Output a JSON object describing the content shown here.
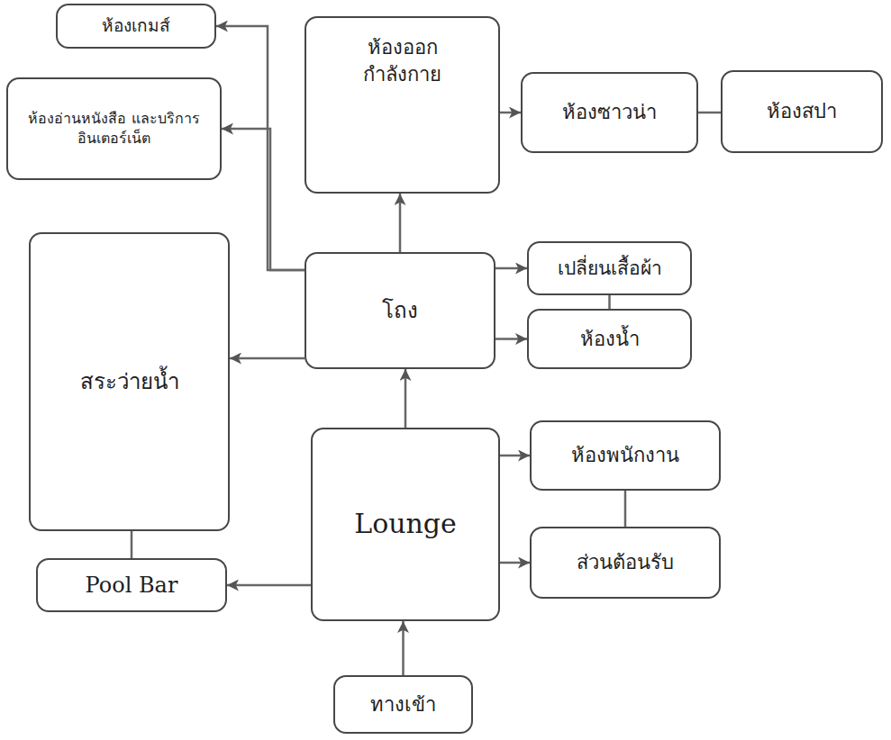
{
  "diagram": {
    "nodes": [
      {
        "text": [
          "ห้องเกมส์"
        ]
      },
      {
        "text": [
          "ห้องอ่านหนังสือ และบริการอินเตอร์เน็ต"
        ]
      },
      {
        "text": [
          "ห้องออก กำลังกาย"
        ]
      },
      {
        "text": [
          "ห้องซาวน่า"
        ]
      },
      {
        "text": [
          "ห้องสปา"
        ]
      },
      {
        "text": [
          "สระว่ายน้ำ"
        ]
      },
      {
        "text": [
          "โถง"
        ]
      },
      {
        "text": [
          "เปลี่ยนเสื้อผ้า"
        ]
      },
      {
        "text": [
          "ห้องน้ำ"
        ]
      },
      {
        "text": [
          "Lounge"
        ]
      },
      {
        "text": [
          "ห้องพนักงาน"
        ]
      },
      {
        "text": [
          "ส่วนต้อนรับ"
        ]
      },
      {
        "text": [
          "Pool Bar"
        ]
      },
      {
        "text": [
          "ทางเข้า"
        ]
      }
    ],
    "edges": [
      {
        "from": 13,
        "to": 9,
        "arrow": "to"
      },
      {
        "from": 9,
        "to": 12,
        "arrow": "to"
      },
      {
        "from": 9,
        "to": 6,
        "arrow": "to"
      },
      {
        "from": 9,
        "to": 10,
        "arrow": "to"
      },
      {
        "from": 9,
        "to": 11,
        "arrow": "to"
      },
      {
        "from": 10,
        "to": 11,
        "arrow": "none"
      },
      {
        "from": 12,
        "to": 5,
        "arrow": "none"
      },
      {
        "from": 6,
        "to": 5,
        "arrow": "to"
      },
      {
        "from": 6,
        "to": 7,
        "arrow": "to"
      },
      {
        "from": 6,
        "to": 8,
        "arrow": "to"
      },
      {
        "from": 7,
        "to": 8,
        "arrow": "none"
      },
      {
        "from": 6,
        "to": 2,
        "arrow": "to"
      },
      {
        "from": 6,
        "to": 0,
        "arrow": "to"
      },
      {
        "from": 6,
        "to": 1,
        "arrow": "to"
      },
      {
        "from": 2,
        "to": 3,
        "arrow": "to"
      },
      {
        "from": 3,
        "to": 4,
        "arrow": "none"
      }
    ]
  }
}
